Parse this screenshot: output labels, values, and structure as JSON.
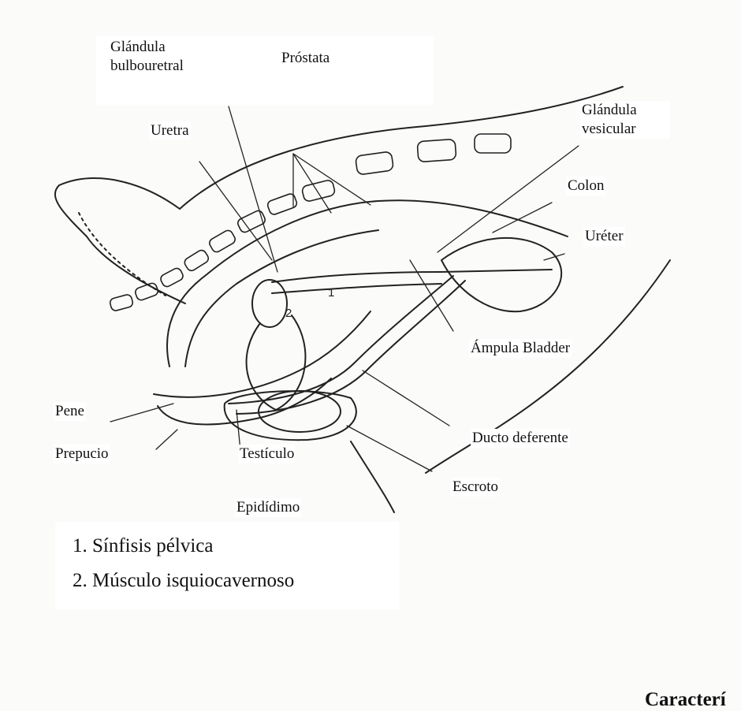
{
  "labels": {
    "glandula_bulbouretral": "Glándula bulbouretral",
    "prostata": "Próstata",
    "uretra": "Uretra",
    "glandula_vesicular": "Glándula vesicular",
    "colon": "Colon",
    "ureter": "Uréter",
    "ampula_bladder": "Ámpula Bladder",
    "pene": "Pene",
    "prepucio": "Prepucio",
    "testiculo": "Testículo",
    "ducto_deferente": "Ducto deferente",
    "escroto": "Escroto",
    "epididimo": "Epidídimo"
  },
  "figure_numbers": {
    "one": "1",
    "two": "2"
  },
  "legend": [
    "1. Sínfisis pélvica",
    "2. Músculo isquiocavernoso"
  ],
  "footer_text": "Caracterí"
}
